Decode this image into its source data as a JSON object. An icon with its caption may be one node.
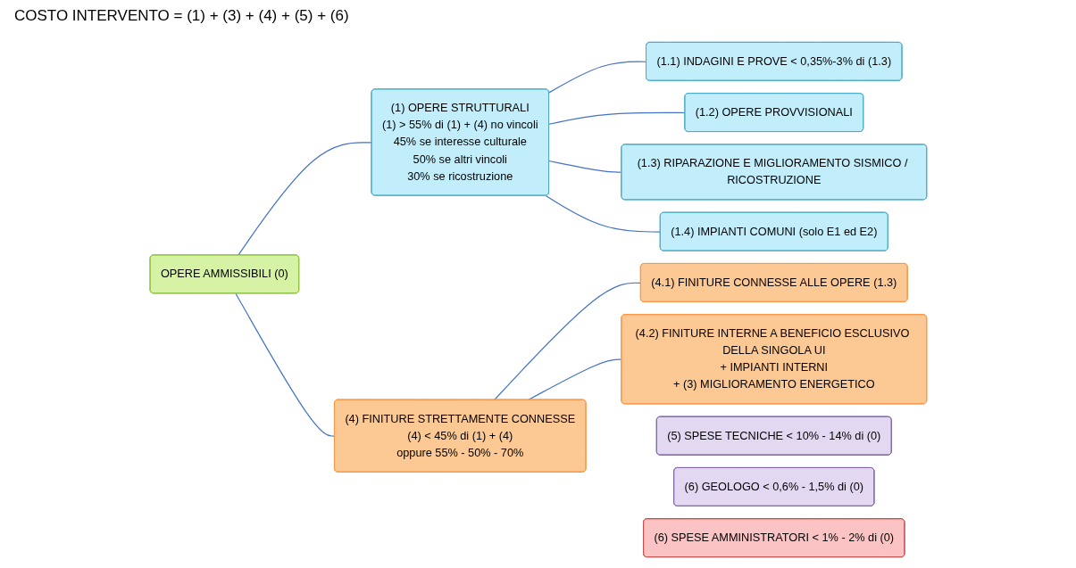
{
  "diagram": {
    "title": "COSTO INTERVENTO = (1) + (3) + (4) + (5) + (6)",
    "nodes": [
      {
        "text": [
          "OPERE AMMISSIBILI (0)"
        ]
      },
      {
        "text": [
          "(1) OPERE STRUTTURALI",
          "(1) > 55% di (1) + (4) no vincoli",
          "45% se interesse culturale",
          "50% se altri vincoli",
          "30% se ricostruzione"
        ]
      },
      {
        "text": [
          "(1.1) INDAGINI E PROVE < 0,35%-3% di (1.3)"
        ]
      },
      {
        "text": [
          "(1.2) OPERE PROVVISIONALI"
        ]
      },
      {
        "text": [
          "(1.3) RIPARAZIONE E MIGLIORAMENTO SISMICO / RICOSTRUZIONE"
        ]
      },
      {
        "text": [
          "(1.4) IMPIANTI COMUNI (solo E1 ed E2)"
        ]
      },
      {
        "text": [
          "(4) FINITURE STRETTAMENTE CONNESSE",
          "(4) < 45% di (1) + (4)",
          "oppure 55% - 50% - 70%"
        ]
      },
      {
        "text": [
          "(4.1) FINITURE CONNESSE ALLE OPERE (1.3)"
        ]
      },
      {
        "text": [
          "(4.2) FINITURE INTERNE A BENEFICIO ESCLUSIVO DELLA SINGOLA UI",
          "+ IMPIANTI INTERNI",
          "+ (3) MIGLIORAMENTO ENERGETICO"
        ]
      },
      {
        "text": [
          "(5) SPESE TECNICHE < 10% - 14% di (0)"
        ]
      },
      {
        "text": [
          "(6) GEOLOGO < 0,6% - 1,5% di (0)"
        ]
      },
      {
        "text": [
          "(6) SPESE AMMINISTRATORI < 1% - 2% di (0)"
        ]
      }
    ],
    "edges": [
      {
        "from": 0,
        "to": 1,
        "arrow": "none"
      },
      {
        "from": 0,
        "to": 6,
        "arrow": "none"
      },
      {
        "from": 1,
        "to": 2,
        "arrow": "none"
      },
      {
        "from": 1,
        "to": 3,
        "arrow": "none"
      },
      {
        "from": 1,
        "to": 4,
        "arrow": "none"
      },
      {
        "from": 1,
        "to": 5,
        "arrow": "none"
      },
      {
        "from": 6,
        "to": 7,
        "arrow": "none"
      },
      {
        "from": 6,
        "to": 8,
        "arrow": "none"
      }
    ]
  }
}
